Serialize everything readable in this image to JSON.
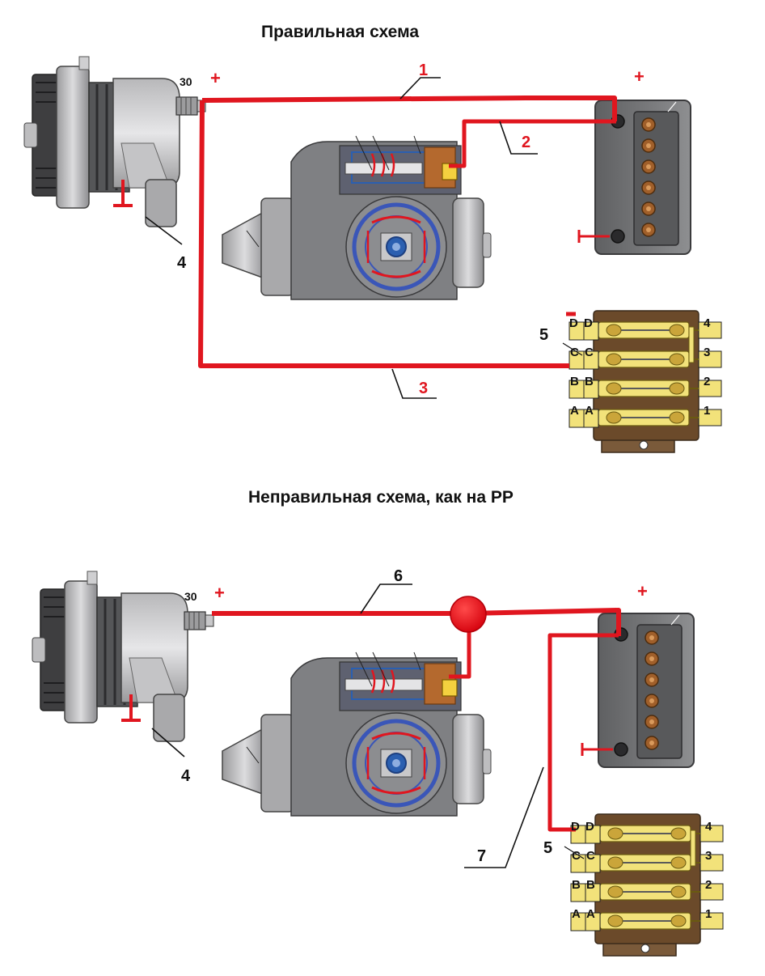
{
  "top": {
    "title": "Правильная схема"
  },
  "bottom": {
    "title": "Неправильная схема, как на РР"
  },
  "labels": {
    "terminal_30": "30",
    "plus": "+",
    "n1": "1",
    "n2": "2",
    "n3": "3",
    "n4": "4",
    "n5": "5",
    "n6": "6",
    "n7": "7"
  },
  "fuse_block": {
    "left_letters": [
      "D",
      "C",
      "B",
      "A"
    ],
    "right_letters": [
      "D",
      "C",
      "B",
      "A"
    ],
    "fuse_numbers": [
      "4",
      "3",
      "2",
      "1"
    ]
  },
  "colors": {
    "wire": "#e0161f",
    "body_gray": "#8a8a8c",
    "battery_gray": "#6d6e70",
    "fuse_yellow": "#f2e27a"
  }
}
